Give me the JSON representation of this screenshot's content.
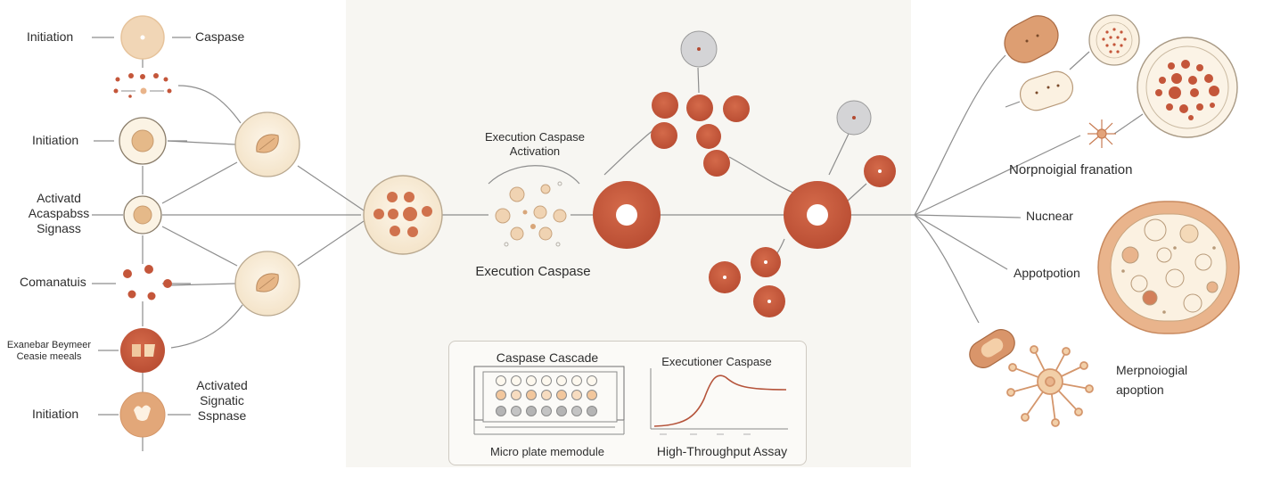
{
  "left_column": {
    "row1": {
      "left": "Initiation",
      "right": "Caspase"
    },
    "row2": {
      "left": "Initiation"
    },
    "row3": {
      "line1": "Activatd",
      "line2": "Acaspabss",
      "line3": "Signass"
    },
    "row4": {
      "left": "Comanatuis"
    },
    "row5": {
      "line1": "Exanebar Beymeer",
      "line2": "Ceasie meeals"
    },
    "row6": {
      "left": "Initiation",
      "right_line1": "Activated",
      "right_line2": "Signatic",
      "right_line3": "Sspnase"
    }
  },
  "center": {
    "activation_line1": "Execution Caspase",
    "activation_line2": "Activation",
    "execution_label": "Execution Caspase"
  },
  "assay_panel": {
    "plate_title": "Caspase Cascade",
    "plate_caption": "Micro plate memodule",
    "curve_title": "Executioner Caspase",
    "curve_caption": "High-Throughput Assay"
  },
  "right_column": {
    "morph_formation": "Norpnoigial franation",
    "nuclear": "Nucnear",
    "apoptosis": "Appotpotion",
    "morph_line1": "Merpnoiogial",
    "morph_line2": "apoption"
  },
  "colors": {
    "rust": "#c4563a",
    "peach": "#eac29a",
    "cream": "#f9efdc",
    "grey": "#d4d4d6",
    "line": "#8a8a8a"
  }
}
